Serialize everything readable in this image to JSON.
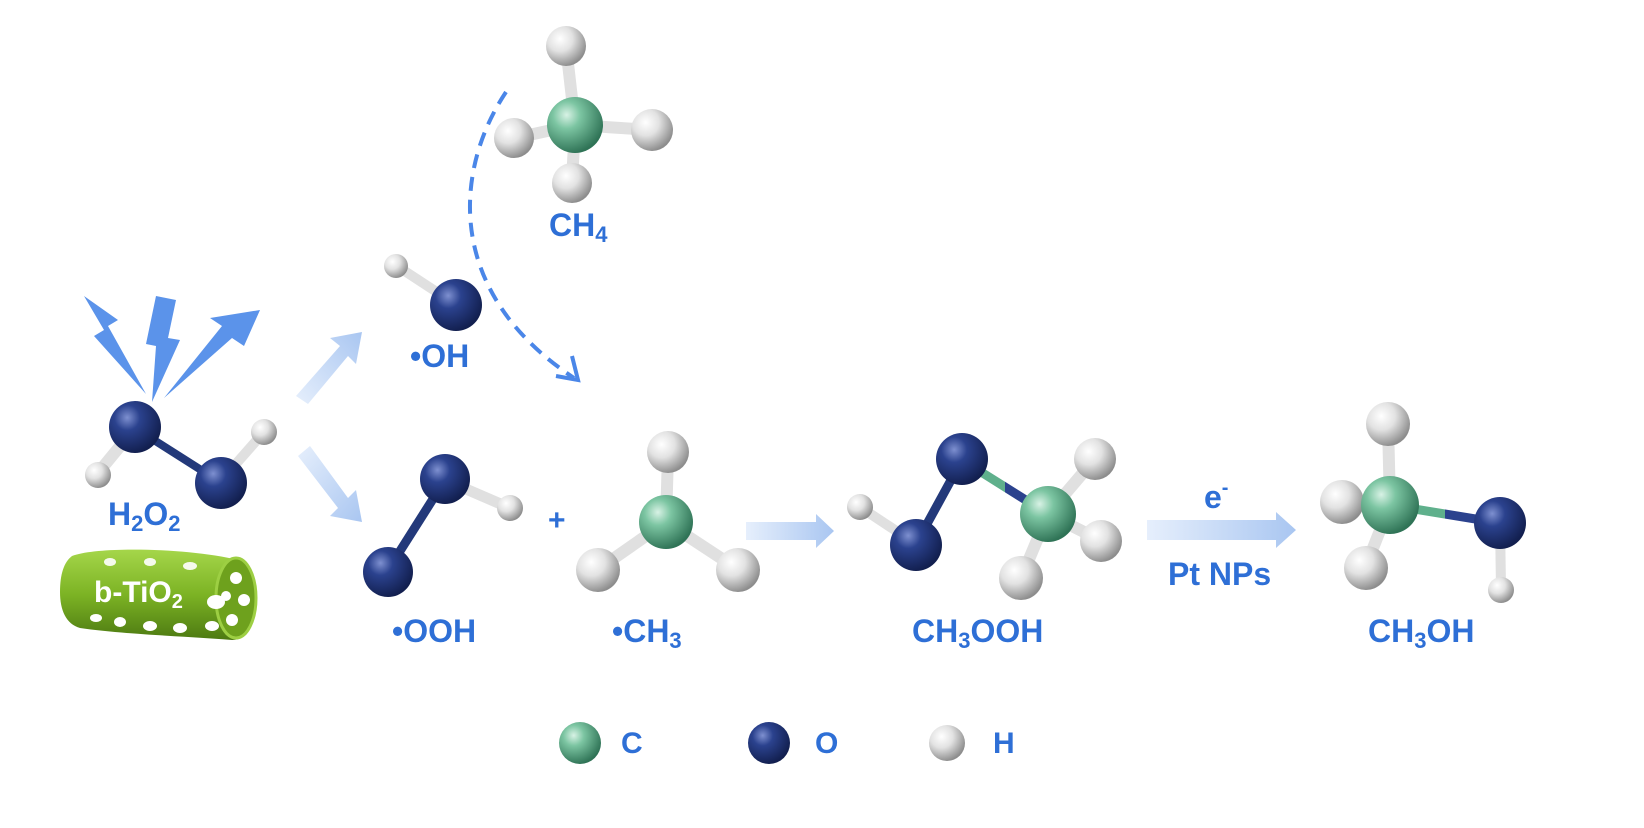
{
  "labels": {
    "h2o2": {
      "main": "H",
      "s1": "2",
      "mid": "O",
      "s2": "2"
    },
    "catalyst": {
      "main": "b-TiO",
      "sub": "2"
    },
    "oh_radical": "•OH",
    "ooh_radical": "•OOH",
    "plus": "+",
    "ch3_radical": {
      "main": "•CH",
      "sub": "3"
    },
    "ch4": {
      "main": "CH",
      "sub": "4"
    },
    "ch3ooh": {
      "a": "CH",
      "s": "3",
      "b": "OOH"
    },
    "ch3oh": {
      "a": "CH",
      "s": "3",
      "b": "OH"
    },
    "electron": {
      "main": "e",
      "sup": "-"
    },
    "pt_nps": "Pt NPs"
  },
  "legend": [
    {
      "symbol": "C",
      "color": "#5fb08c"
    },
    {
      "symbol": "O",
      "color": "#23397a"
    },
    {
      "symbol": "H",
      "color": "#d9d9d9"
    }
  ],
  "colors": {
    "text": "#2e6fd6",
    "carbon": "#5fb08c",
    "oxygen": "#23397a",
    "hydrogen": "#d9d9d9",
    "arrow": "#bcd3f5",
    "light": "#4a86e8",
    "catalyst": "#79b221"
  },
  "icons": [
    "light-bolt-icon",
    "nanotube-icon",
    "reaction-arrow-icon",
    "dashed-arrow-icon"
  ]
}
